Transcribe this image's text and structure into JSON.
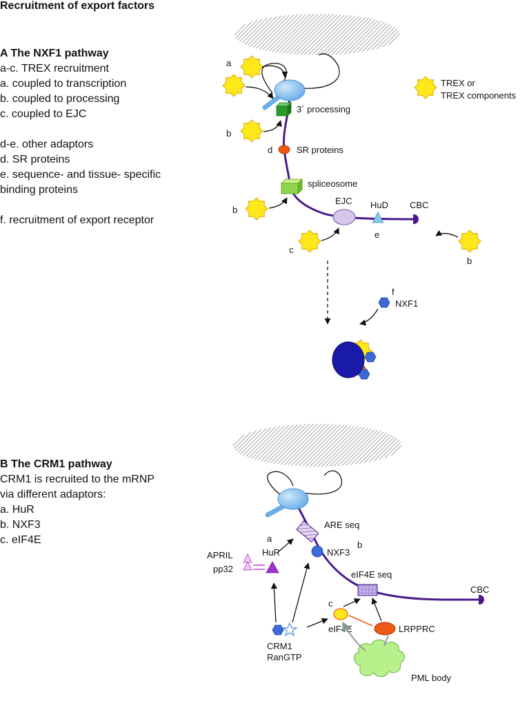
{
  "page_title": "Recruitment of export factors",
  "section_a": {
    "title": "A The NXF1 pathway",
    "lines": [
      "a-c. TREX recruitment",
      "a. coupled to transcription",
      "b. coupled to processing",
      "c. coupled to EJC",
      "",
      "d-e. other adaptors",
      "d. SR proteins",
      "e. sequence- and tissue- specific",
      "binding proteins",
      "",
      "f. recruitment of export receptor"
    ]
  },
  "section_b": {
    "title": "B The CRM1 pathway",
    "lines": [
      "CRM1 is recruited to the mRNP",
      "via different adaptors:",
      "a. HuR",
      "b. NXF3",
      "c. eIF4E"
    ]
  },
  "diagram_a": {
    "legend_line1": "TREX or",
    "legend_line2": "TREX components",
    "label_a": "a",
    "label_b1": "b",
    "label_b2": "b",
    "label_b3": "b",
    "label_c": "c",
    "label_d": "d",
    "label_e": "e",
    "label_f": "f",
    "processing": "3´ processing",
    "sr_proteins": "SR proteins",
    "spliceosome": "spliceosome",
    "ejc": "EJC",
    "hud": "HuD",
    "cbc": "CBC",
    "nxf1": "NXF1"
  },
  "diagram_b": {
    "are_seq": "ARE seq",
    "label_a": "a",
    "label_b": "b",
    "label_c": "c",
    "hur": "HuR",
    "nxf3": "NXF3",
    "april": "APRIL",
    "pp32": "pp32",
    "eif4e_seq": "eIF4E seq",
    "cbc": "CBC",
    "eif4e": "eIF4E",
    "lrpprc": "LRPPRC",
    "crm1": "CRM1",
    "rangtp": "RanGTP",
    "pml_body": "PML body"
  },
  "colors": {
    "mrna": "#4a1a8c",
    "trex": "#ffe81a",
    "polymerase": "#8cc4f0",
    "processing": "#2a9a2a",
    "spliceosome": "#8fd44a",
    "sr_protein": "#f05a14",
    "ejc": "#d6c8ec",
    "hud": "#8cc4f0",
    "nxf": "#3a6ad8",
    "mrnp_core": "#1a1aa8",
    "hur": "#a030d0",
    "pml": "#b8f08c"
  }
}
